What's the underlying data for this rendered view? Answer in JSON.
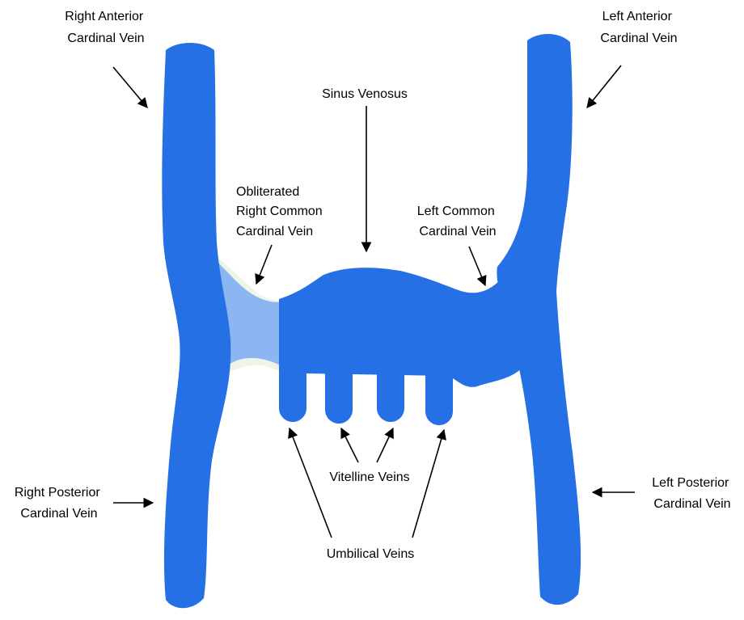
{
  "colors": {
    "vein": "#2670e6",
    "obliterated_vein": "#8cb6f2",
    "obliterated_halo": "#eef5e8",
    "text": "#000000",
    "background": "#ffffff"
  },
  "labels": {
    "right_anterior_cardinal": [
      "Right Anterior",
      "Cardinal Vein"
    ],
    "left_anterior_cardinal": [
      "Left Anterior",
      "Cardinal Vein"
    ],
    "sinus_venosus": [
      "Sinus Venosus"
    ],
    "obliterated_right_common_cardinal": [
      "Obliterated",
      "Right Common",
      "Cardinal Vein"
    ],
    "left_common_cardinal": [
      "Left Common",
      "Cardinal Vein"
    ],
    "right_posterior_cardinal": [
      "Right Posterior",
      "Cardinal Vein"
    ],
    "left_posterior_cardinal": [
      "Left Posterior",
      "Cardinal Vein"
    ],
    "vitelline_veins": [
      "Vitelline Veins"
    ],
    "umbilical_veins": [
      "Umbilical Veins"
    ]
  }
}
